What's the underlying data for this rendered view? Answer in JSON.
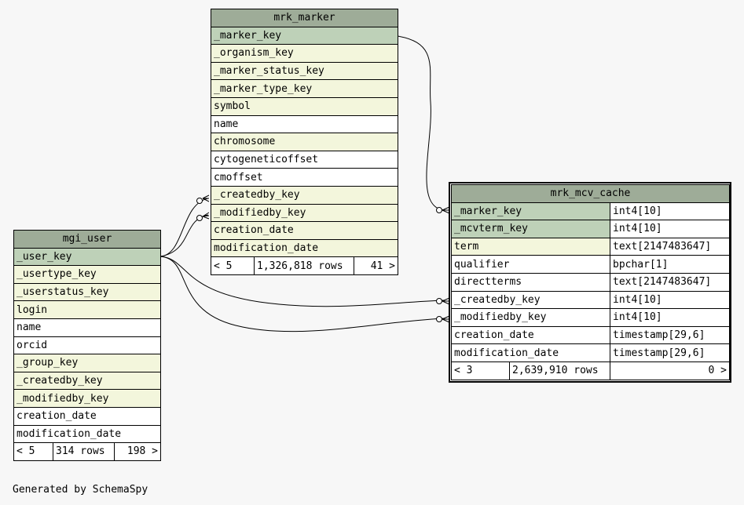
{
  "tables": {
    "mrk_marker": {
      "name": "mrk_marker",
      "columns": [
        {
          "name": "_marker_key",
          "kind": "pk"
        },
        {
          "name": "_organism_key",
          "kind": "fk"
        },
        {
          "name": "_marker_status_key",
          "kind": "fk"
        },
        {
          "name": "_marker_type_key",
          "kind": "fk"
        },
        {
          "name": "symbol",
          "kind": "fk"
        },
        {
          "name": "name",
          "kind": "pl"
        },
        {
          "name": "chromosome",
          "kind": "fk"
        },
        {
          "name": "cytogeneticoffset",
          "kind": "pl"
        },
        {
          "name": "cmoffset",
          "kind": "pl"
        },
        {
          "name": "_createdby_key",
          "kind": "fk"
        },
        {
          "name": "_modifiedby_key",
          "kind": "fk"
        },
        {
          "name": "creation_date",
          "kind": "fk"
        },
        {
          "name": "modification_date",
          "kind": "fk"
        }
      ],
      "footer": {
        "parents": "< 5",
        "rows": "1,326,818 rows",
        "children": "41 >"
      }
    },
    "mgi_user": {
      "name": "mgi_user",
      "columns": [
        {
          "name": "_user_key",
          "kind": "pk"
        },
        {
          "name": "_usertype_key",
          "kind": "fk"
        },
        {
          "name": "_userstatus_key",
          "kind": "fk"
        },
        {
          "name": "login",
          "kind": "fk"
        },
        {
          "name": "name",
          "kind": "pl"
        },
        {
          "name": "orcid",
          "kind": "pl"
        },
        {
          "name": "_group_key",
          "kind": "fk"
        },
        {
          "name": "_createdby_key",
          "kind": "fk"
        },
        {
          "name": "_modifiedby_key",
          "kind": "fk"
        },
        {
          "name": "creation_date",
          "kind": "pl"
        },
        {
          "name": "modification_date",
          "kind": "pl"
        }
      ],
      "footer": {
        "parents": "< 5",
        "rows": "314 rows",
        "children": "198 >"
      }
    },
    "mrk_mcv_cache": {
      "name": "mrk_mcv_cache",
      "columns": [
        {
          "name": "_marker_key",
          "type": "int4[10]",
          "kind": "pk"
        },
        {
          "name": "_mcvterm_key",
          "type": "int4[10]",
          "kind": "pk"
        },
        {
          "name": "term",
          "type": "text[2147483647]",
          "kind": "fk"
        },
        {
          "name": "qualifier",
          "type": "bpchar[1]",
          "kind": "pl"
        },
        {
          "name": "directterms",
          "type": "text[2147483647]",
          "kind": "pl"
        },
        {
          "name": "_createdby_key",
          "type": "int4[10]",
          "kind": "pl"
        },
        {
          "name": "_modifiedby_key",
          "type": "int4[10]",
          "kind": "pl"
        },
        {
          "name": "creation_date",
          "type": "timestamp[29,6]",
          "kind": "pl"
        },
        {
          "name": "modification_date",
          "type": "timestamp[29,6]",
          "kind": "pl"
        }
      ],
      "footer": {
        "parents": "< 3",
        "rows": "2,639,910 rows",
        "children": "0 >"
      }
    }
  },
  "credit": "Generated by SchemaSpy",
  "colors": {
    "header": "#9eac98",
    "primary_key": "#bed1b8",
    "indexed": "#f3f6dc",
    "plain": "#ffffff",
    "background": "#f7f7f7"
  }
}
